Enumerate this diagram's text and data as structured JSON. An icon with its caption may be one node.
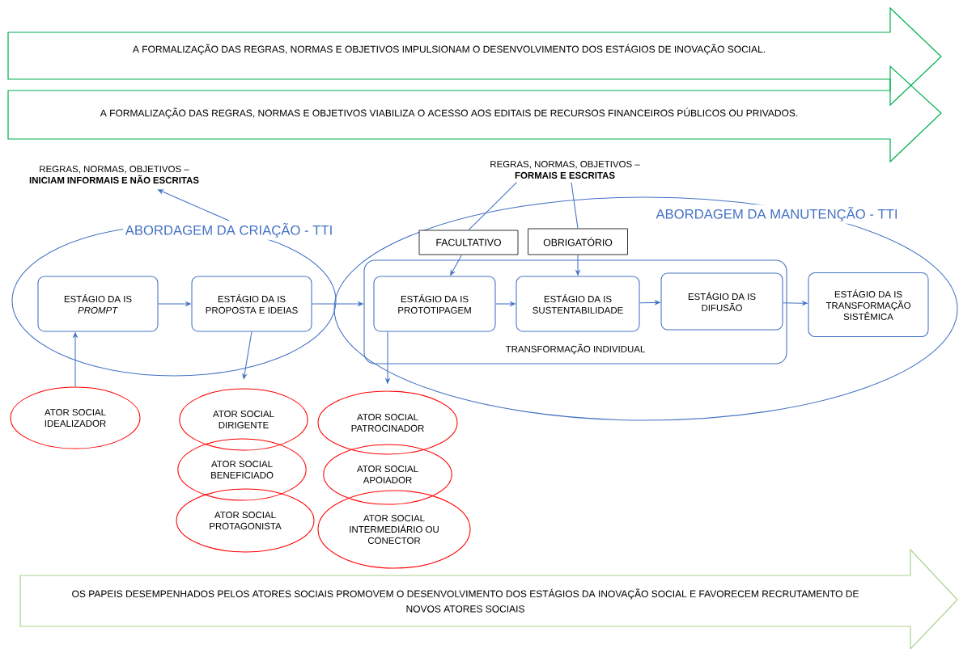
{
  "diagram": {
    "nodes": [
      {
        "text": [
          "A FORMALIZAÇÃO DAS REGRAS, NORMAS E OBJETIVOS IMPULSIONAM O DESENVOLVIMENTO DOS ESTÁGIOS DE INOVAÇÃO SOCIAL."
        ]
      },
      {
        "text": [
          "A FORMALIZAÇÃO DAS REGRAS, NORMAS E OBJETIVOS VIABILIZA O ACESSO AOS EDITAIS DE RECURSOS FINANCEIROS PÚBLICOS OU PRIVADOS."
        ]
      },
      {
        "text": [
          "REGRAS, NORMAS, OBJETIVOS – **INICIAM INFORMAIS E NÃO ESCRITAS**"
        ]
      },
      {
        "text": [
          "ABORDAGEM DA CRIAÇÃO - TTI"
        ]
      },
      {
        "text": [
          "ESTÁGIO DA IS *PROMPT*"
        ],
        "in": 3
      },
      {
        "text": [
          "ESTÁGIO DA IS PROPOSTA E IDEIAS"
        ],
        "in": 3
      },
      {
        "text": [
          "REGRAS, NORMAS, OBJETIVOS – **FORMAIS E ESCRITAS**"
        ]
      },
      {
        "text": [
          "ABORDAGEM DA MANUTENÇÃO - TTI"
        ]
      },
      {
        "text": [
          "FACULTATIVO"
        ],
        "in": 7
      },
      {
        "text": [
          "OBRIGATÓRIO"
        ],
        "in": 7
      },
      {
        "text": [
          "TRANSFORMAÇÃO INDIVIDUAL"
        ],
        "in": 7
      },
      {
        "text": [
          "ESTÁGIO DA IS PROTOTIPAGEM"
        ],
        "in": 10
      },
      {
        "text": [
          "ESTÁGIO DA IS SUSTENTABILIDADE"
        ],
        "in": 10
      },
      {
        "text": [
          "ESTÁGIO DA IS DIFUSÃO"
        ],
        "in": 10
      },
      {
        "text": [
          "ESTÁGIO DA IS TRANSFORMAÇÃO SISTÊMICA"
        ],
        "in": 7
      },
      {
        "text": [
          "ATOR SOCIAL IDEALIZADOR"
        ]
      },
      {
        "text": [
          "ATOR SOCIAL DIRIGENTE"
        ]
      },
      {
        "text": [
          "ATOR SOCIAL BENEFICIADO"
        ]
      },
      {
        "text": [
          "ATOR SOCIAL PROTAGONISTA"
        ]
      },
      {
        "text": [
          "ATOR SOCIAL PATROCINADOR"
        ]
      },
      {
        "text": [
          "ATOR SOCIAL APOIADOR"
        ]
      },
      {
        "text": [
          "ATOR SOCIAL INTERMEDIÁRIO OU CONECTOR"
        ]
      },
      {
        "text": [
          "OS PAPEIS DESEMPENHADOS PELOS ATORES SOCIAIS PROMOVEM O DESENVOLVIMENTO DOS ESTÁGIOS DA INOVAÇÃO SOCIAL E FAVORECEM RECRUTAMENTO DE NOVOS ATORES SOCIAIS"
        ]
      }
    ],
    "edges": [
      {
        "from": 3,
        "to": 2,
        "arrow": "to"
      },
      {
        "from": 4,
        "to": 5,
        "arrow": "to"
      },
      {
        "from": 5,
        "to": 10,
        "arrow": "to"
      },
      {
        "from": 11,
        "to": 12,
        "arrow": "to"
      },
      {
        "from": 12,
        "to": 13,
        "arrow": "to"
      },
      {
        "from": 13,
        "to": 14,
        "arrow": "to"
      },
      {
        "from": 6,
        "to": 8,
        "arrow": "none"
      },
      {
        "from": 8,
        "to": 11,
        "arrow": "to"
      },
      {
        "from": 6,
        "to": 9,
        "arrow": "none"
      },
      {
        "from": 9,
        "to": 12,
        "arrow": "to"
      },
      {
        "from": 15,
        "to": 4,
        "arrow": "to"
      },
      {
        "from": 5,
        "to": 16,
        "arrow": "to"
      },
      {
        "from": 11,
        "to": 19,
        "arrow": "to"
      }
    ]
  }
}
